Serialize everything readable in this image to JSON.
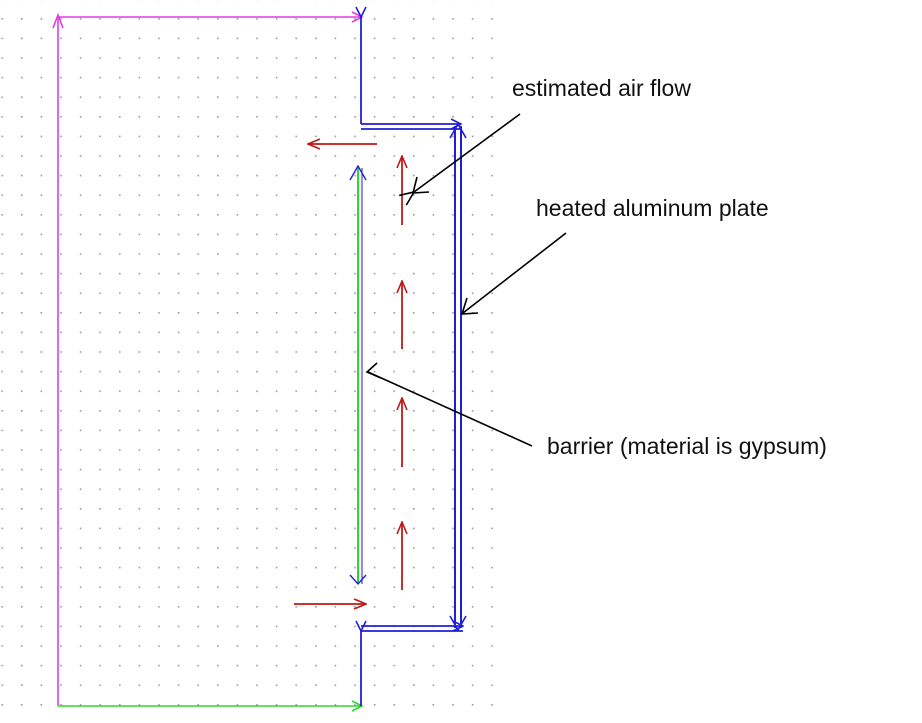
{
  "annotations": {
    "air_flow": "estimated air flow",
    "plate": "heated aluminum plate",
    "barrier": "barrier (material is gypsum)"
  },
  "colors": {
    "grid_dot": "#9a9a9a",
    "boundary_magenta": "#e23ce2",
    "boundary_green": "#2fd62f",
    "plate_blue": "#1f1fd6",
    "flow_red": "#c01818",
    "pointer_black": "#000000",
    "text": "#111111"
  }
}
